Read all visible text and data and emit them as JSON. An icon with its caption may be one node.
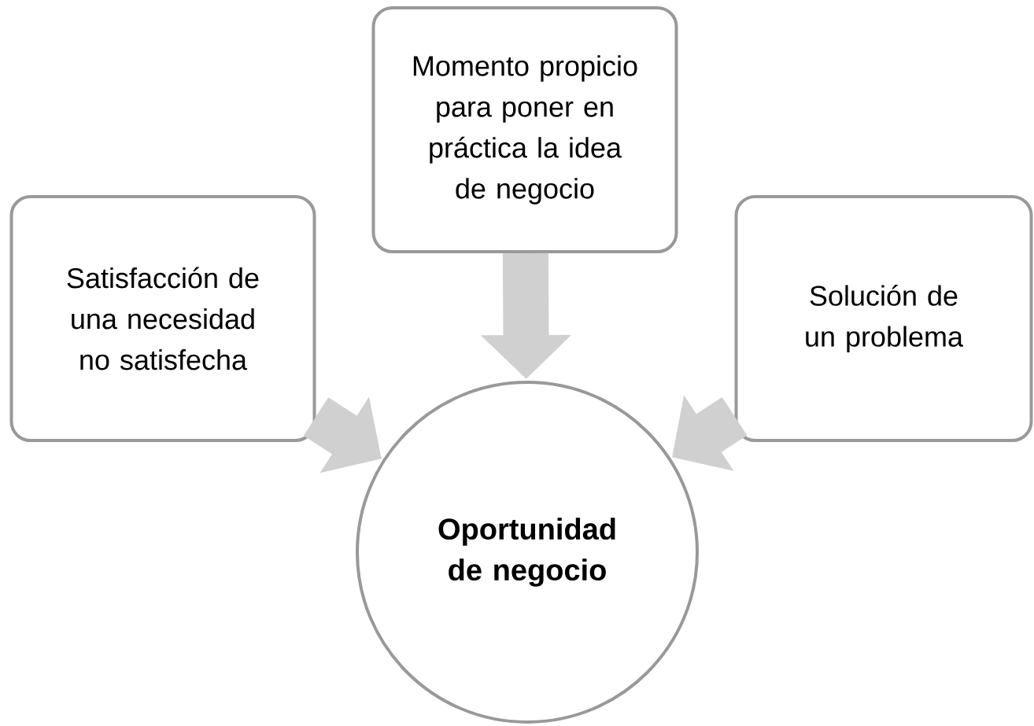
{
  "diagram": {
    "nodes": [
      {
        "text": [
          "Momento propicio para poner en práctica la idea de negocio"
        ]
      },
      {
        "text": [
          "Satisfacción de una necesidad no satisfecha"
        ]
      },
      {
        "text": [
          "Solución de un problema"
        ]
      },
      {
        "text": [
          "**Oportunidad de negocio**"
        ]
      }
    ],
    "edges": [
      {
        "from": 0,
        "to": 3,
        "arrow": "to"
      },
      {
        "from": 1,
        "to": 3,
        "arrow": "to"
      },
      {
        "from": 2,
        "to": 3,
        "arrow": "to"
      }
    ]
  }
}
